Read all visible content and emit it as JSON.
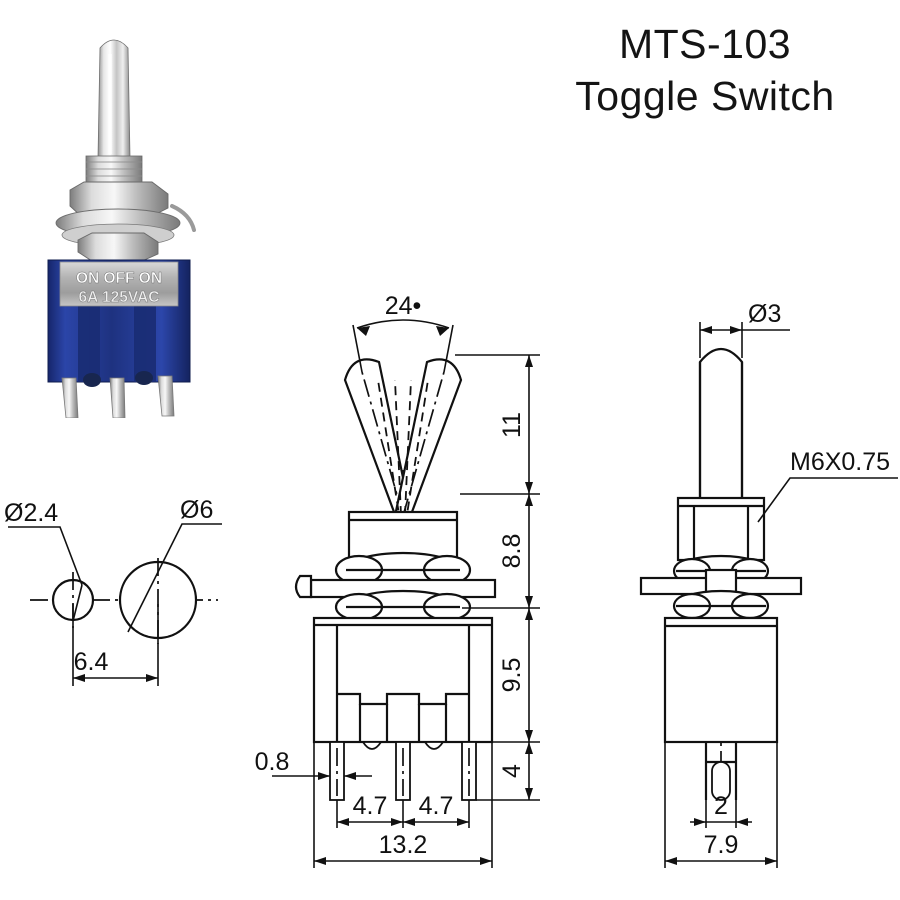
{
  "title": {
    "line1": "MTS-103",
    "line2": "Toggle Switch"
  },
  "product_photo": {
    "body_label_line1": "ON OFF ON",
    "body_label_line2": "6A 125VAC",
    "body_color": "#253a8e",
    "metal_color": "#c9c9c9",
    "pin_count": 3,
    "lever_position": "center"
  },
  "views": {
    "hole_pattern": {
      "name": "Panel hole / terminal hole pattern (bottom view)",
      "labels": {
        "small_hole_dia": "Ø2.4",
        "large_hole_dia": "Ø6",
        "center_distance": "6.4"
      }
    },
    "front_view": {
      "name": "Front elevation with toggle travel",
      "labels": {
        "toggle_angle": "24•",
        "lever_height": "11",
        "bushing_height": "8.8",
        "body_height": "9.5",
        "pin_length": "4",
        "pin_thickness": "0.8",
        "pin_pitch_left": "4.7",
        "pin_pitch_right": "4.7",
        "body_width": "13.2"
      }
    },
    "side_view": {
      "name": "Side elevation",
      "labels": {
        "lever_dia": "Ø3",
        "thread_spec": "M6X0.75",
        "slot_width": "2",
        "body_depth": "7.9"
      }
    }
  }
}
